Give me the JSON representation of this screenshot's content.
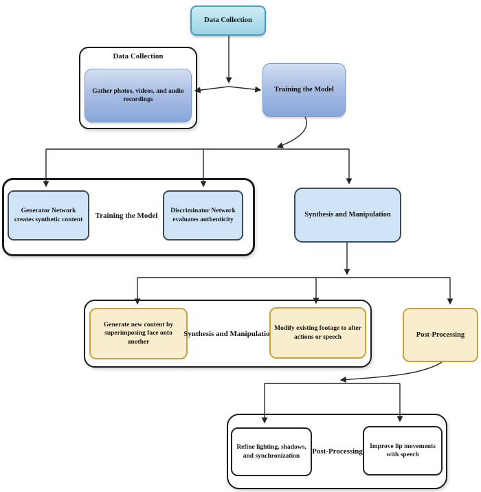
{
  "diagram": {
    "background": "#ffffff",
    "line_color": "#262626"
  },
  "colors": {
    "cyan_fill": "#b3dfec",
    "cyan_border": "#3f9fc6",
    "blue_gradient_top": "#d4def2",
    "blue_gradient_bottom": "#87a6d9",
    "light_blue_fill": "#cfe4f7",
    "light_blue_border": "#3c4a58",
    "yellow_fill": "#f8eecd",
    "yellow_border": "#c9a23e",
    "white_fill": "#ffffff",
    "container_border": "#1c1c1c"
  },
  "nodes": {
    "data_collection": {
      "label": "Data Collection"
    },
    "training_model": {
      "label": "Training the Model"
    },
    "synthesis": {
      "label": "Synthesis and Manipulation"
    },
    "post_processing": {
      "label": "Post-Processing"
    }
  },
  "groups": {
    "data_collection": {
      "title": "Data Collection",
      "items": [
        {
          "label": "Gather photos, videos, and audio recordings"
        }
      ]
    },
    "training_model": {
      "title": "Training the Model",
      "items": [
        {
          "label": "Generator Network creates synthetic content"
        },
        {
          "label": "Discriminator Network evaluates authenticity"
        }
      ]
    },
    "synthesis": {
      "title": "Synthesis and Manipulation",
      "items": [
        {
          "label": "Generate new content by superimposing face onto another"
        },
        {
          "label": "Modify existing footage to alter actions or speech"
        }
      ]
    },
    "post_processing": {
      "title": "Post-Processing",
      "items": [
        {
          "label": "Refine lighting, shadows, and synchronization"
        },
        {
          "label": "Improve lip movements with speech"
        }
      ]
    }
  }
}
